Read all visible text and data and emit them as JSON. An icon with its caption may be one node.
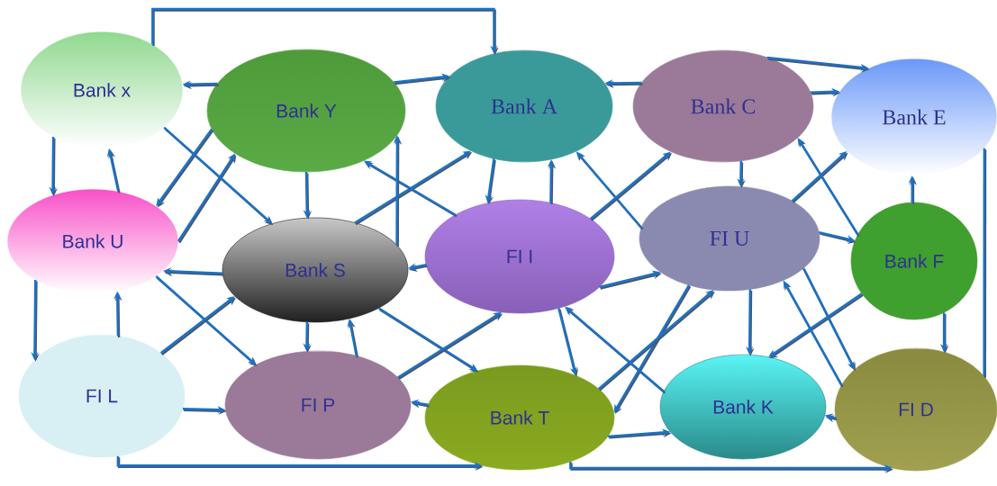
{
  "diagram": {
    "nodes": [
      {
        "text": [
          "Bank x"
        ]
      },
      {
        "text": [
          "Bank Y"
        ]
      },
      {
        "text": [
          "Bank A"
        ]
      },
      {
        "text": [
          "Bank C"
        ]
      },
      {
        "text": [
          "Bank E"
        ]
      },
      {
        "text": [
          "Bank U"
        ]
      },
      {
        "text": [
          "Bank S"
        ]
      },
      {
        "text": [
          "FI I"
        ]
      },
      {
        "text": [
          "FI U"
        ]
      },
      {
        "text": [
          "Bank F"
        ]
      },
      {
        "text": [
          "FI L"
        ]
      },
      {
        "text": [
          "FI P"
        ]
      },
      {
        "text": [
          "Bank T"
        ]
      },
      {
        "text": [
          "Bank K"
        ]
      },
      {
        "text": [
          "FI D"
        ]
      }
    ],
    "edges": [
      {
        "from": 0,
        "to": 2,
        "arrow": "to"
      },
      {
        "from": 1,
        "to": 0,
        "arrow": "to"
      },
      {
        "from": 1,
        "to": 2,
        "arrow": "to"
      },
      {
        "from": 3,
        "to": 2,
        "arrow": "to"
      },
      {
        "from": 3,
        "to": 4,
        "arrow": "to"
      },
      {
        "from": 3,
        "to": 4,
        "arrow": "to"
      },
      {
        "from": 0,
        "to": 5,
        "arrow": "to"
      },
      {
        "from": 5,
        "to": 0,
        "arrow": "to"
      },
      {
        "from": 1,
        "to": 5,
        "arrow": "to"
      },
      {
        "from": 5,
        "to": 1,
        "arrow": "to"
      },
      {
        "from": 0,
        "to": 6,
        "arrow": "to"
      },
      {
        "from": 1,
        "to": 6,
        "arrow": "to"
      },
      {
        "from": 6,
        "to": 2,
        "arrow": "to"
      },
      {
        "from": 7,
        "to": 1,
        "arrow": "to"
      },
      {
        "from": 6,
        "to": 1,
        "arrow": "to"
      },
      {
        "from": 2,
        "to": 7,
        "arrow": "to"
      },
      {
        "from": 7,
        "to": 2,
        "arrow": "to"
      },
      {
        "from": 8,
        "to": 2,
        "arrow": "to"
      },
      {
        "from": 7,
        "to": 3,
        "arrow": "to"
      },
      {
        "from": 3,
        "to": 8,
        "arrow": "to"
      },
      {
        "from": 8,
        "to": 4,
        "arrow": "to"
      },
      {
        "from": 9,
        "to": 3,
        "arrow": "to"
      },
      {
        "from": 9,
        "to": 4,
        "arrow": "to"
      },
      {
        "from": 8,
        "to": 9,
        "arrow": "to"
      },
      {
        "from": 4,
        "to": 14,
        "arrow": "none"
      },
      {
        "from": 9,
        "to": 14,
        "arrow": "to"
      },
      {
        "from": 9,
        "to": 13,
        "arrow": "to"
      },
      {
        "from": 8,
        "to": 13,
        "arrow": "to"
      },
      {
        "from": 8,
        "to": 14,
        "arrow": "to"
      },
      {
        "from": 14,
        "to": 8,
        "arrow": "to"
      },
      {
        "from": 14,
        "to": 13,
        "arrow": "to"
      },
      {
        "from": 8,
        "to": 12,
        "arrow": "to"
      },
      {
        "from": 12,
        "to": 8,
        "arrow": "to"
      },
      {
        "from": 13,
        "to": 7,
        "arrow": "to"
      },
      {
        "from": 7,
        "to": 12,
        "arrow": "to"
      },
      {
        "from": 12,
        "to": 13,
        "arrow": "to"
      },
      {
        "from": 7,
        "to": 8,
        "arrow": "to"
      },
      {
        "from": 6,
        "to": 5,
        "arrow": "to"
      },
      {
        "from": 5,
        "to": 11,
        "arrow": "to"
      },
      {
        "from": 10,
        "to": 6,
        "arrow": "to"
      },
      {
        "from": 5,
        "to": 10,
        "arrow": "to"
      },
      {
        "from": 10,
        "to": 5,
        "arrow": "to"
      },
      {
        "from": 6,
        "to": 11,
        "arrow": "to"
      },
      {
        "from": 11,
        "to": 6,
        "arrow": "to"
      },
      {
        "from": 6,
        "to": 12,
        "arrow": "to"
      },
      {
        "from": 11,
        "to": 7,
        "arrow": "to"
      },
      {
        "from": 12,
        "to": 11,
        "arrow": "to"
      },
      {
        "from": 7,
        "to": 6,
        "arrow": "to"
      },
      {
        "from": 10,
        "to": 11,
        "arrow": "to"
      },
      {
        "from": 10,
        "to": 12,
        "arrow": "to"
      },
      {
        "from": 12,
        "to": 14,
        "arrow": "to"
      }
    ]
  }
}
